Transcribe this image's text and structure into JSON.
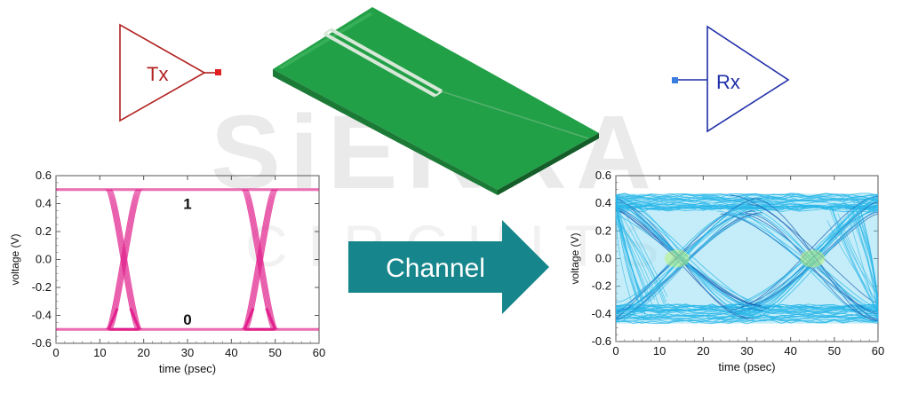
{
  "watermark": {
    "line1": "SiERRA",
    "line2": "CIRCUITS"
  },
  "transmitter": {
    "label": "Tx",
    "color": "#b22222"
  },
  "receiver": {
    "label": "Rx",
    "color": "#1f2fa8"
  },
  "channel": {
    "label": "Channel",
    "color": "#17868c"
  },
  "chart_data": [
    {
      "type": "line",
      "id": "tx-eye",
      "xlabel": "time (psec)",
      "ylabel": "voltage (V)",
      "xlim": [
        0,
        60
      ],
      "ylim": [
        -0.6,
        0.6
      ],
      "xticks": [
        0,
        10,
        20,
        30,
        40,
        50,
        60
      ],
      "yticks": [
        0.6,
        0.4,
        0.2,
        0.0,
        -0.2,
        -0.4,
        -0.6
      ],
      "xtick_labels": [
        "0",
        "10",
        "20",
        "30",
        "40",
        "50",
        "60"
      ],
      "ytick_labels": [
        "0.6",
        "0.4",
        "0.2",
        "0.0",
        "-0.2",
        "-0.4",
        "-0.6"
      ],
      "annotations": [
        {
          "text": "1",
          "x": 30,
          "y": 0.4
        },
        {
          "text": "0",
          "x": 30,
          "y": -0.43
        }
      ],
      "high_level": 0.5,
      "low_level": -0.5,
      "transitions": [
        [
          12,
          19
        ],
        [
          43,
          50
        ]
      ],
      "color": "#e0208c"
    },
    {
      "type": "line",
      "id": "rx-eye",
      "xlabel": "time (psec)",
      "ylabel": "voltage (V)",
      "xlim": [
        0,
        60
      ],
      "ylim": [
        -0.6,
        0.6
      ],
      "xticks": [
        0,
        10,
        20,
        30,
        40,
        50,
        60
      ],
      "yticks": [
        0.6,
        0.4,
        0.2,
        0.0,
        -0.2,
        -0.4,
        -0.6
      ],
      "xtick_labels": [
        "0",
        "10",
        "20",
        "30",
        "40",
        "50",
        "60"
      ],
      "ytick_labels": [
        "0.6",
        "0.4",
        "0.2",
        "0.0",
        "-0.2",
        "-0.4",
        "-0.6"
      ],
      "high_level": 0.46,
      "low_level": -0.46,
      "crossings": [
        14,
        45
      ],
      "color": "#29b6e8"
    }
  ]
}
